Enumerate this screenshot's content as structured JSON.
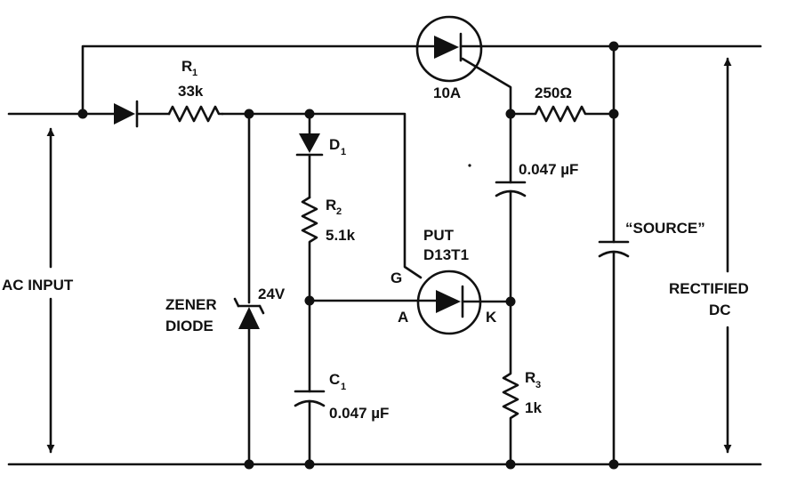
{
  "colors": {
    "ink": "#111111",
    "background": "#ffffff"
  },
  "labels": {
    "r1_name": "R",
    "r1_sub": "1",
    "r1_value": "33k",
    "scr_rating": "10A",
    "r_snubber": "250Ω",
    "d1_name": "D",
    "d1_sub": "1",
    "c_snubber": "0.047 µF",
    "r2_name": "R",
    "r2_sub": "2",
    "r2_value": "5.1k",
    "put_name": "PUT",
    "put_part": "D13T1",
    "source_label": "“SOURCE”",
    "gate": "G",
    "anode": "A",
    "cathode": "K",
    "ac_input": "AC INPUT",
    "zener_line1": "ZENER",
    "zener_line2": "DIODE",
    "zener_voltage": "24V",
    "rectified_line1": "RECTIFIED",
    "rectified_line2": "DC",
    "c1_name": "C",
    "c1_sub": "1",
    "c1_value": "0.047 µF",
    "r3_name": "R",
    "r3_sub": "3",
    "r3_value": "1k"
  }
}
